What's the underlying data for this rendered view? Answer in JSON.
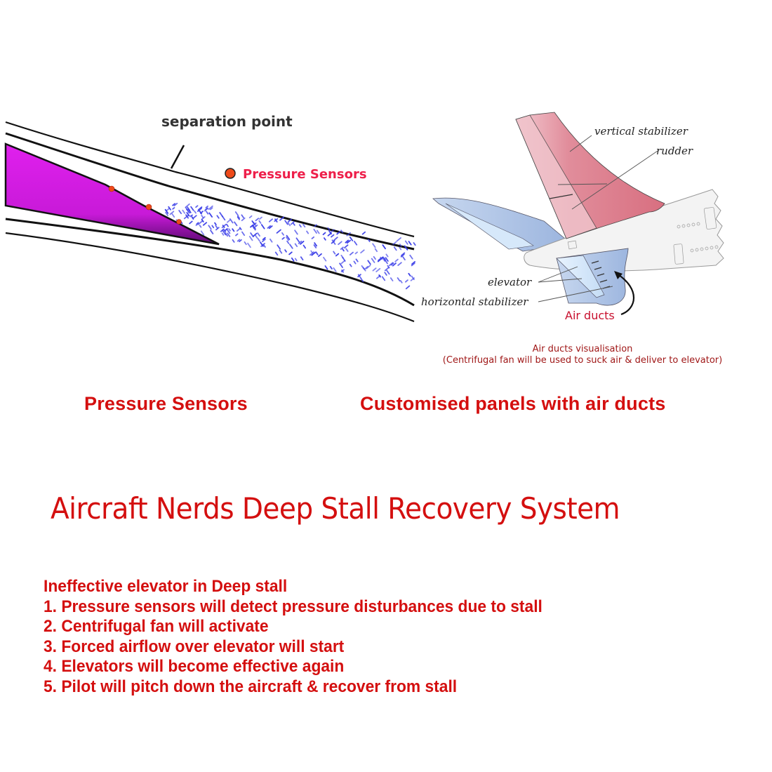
{
  "airfoil_diagram": {
    "separation_label": "separation point",
    "legend_label": "Pressure Sensors",
    "colors": {
      "airfoil": "#d41fe0",
      "sensor": "#ee4a1a",
      "turbulence": "#3a3ee8",
      "legend_text": "#ee1f4a"
    }
  },
  "tail_diagram": {
    "labels": {
      "vertical_stabilizer": "vertical stabilizer",
      "rudder": "rudder",
      "elevator": "elevator",
      "horizontal_stabilizer": "horizontal stabilizer",
      "air_ducts": "Air ducts"
    },
    "caption_line1": "Air ducts visualisation",
    "caption_line2": "(Centrifugal fan will be used to suck air & deliver to elevator)",
    "colors": {
      "fin": "#d97585",
      "stabilizer": "#a9c0e4",
      "fuselage": "#f4f4f4",
      "air_ducts_label": "#c8102e"
    }
  },
  "captions": {
    "left": "Pressure Sensors",
    "right": "Customised panels with air ducts"
  },
  "title": "Aircraft Nerds Deep Stall Recovery System",
  "steps": {
    "heading": "Ineffective elevator in Deep stall",
    "items": [
      "1. Pressure sensors will detect pressure disturbances due to stall",
      "2. Centrifugal fan will activate",
      "3. Forced airflow over elevator will start",
      "4. Elevators will become effective again",
      "5. Pilot will pitch down the aircraft  & recover from stall"
    ]
  },
  "accent_color": "#d40f0f"
}
